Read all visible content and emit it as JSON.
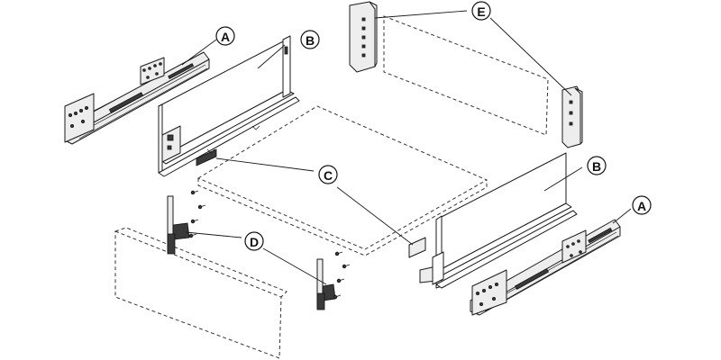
{
  "callouts": {
    "a_top": "A",
    "a_bottom": "A",
    "b_left": "B",
    "b_right": "B",
    "c": "C",
    "d": "D",
    "e": "E"
  },
  "parts": {
    "a": "runner",
    "b": "drawer-side-profile",
    "c": "drawer-bottom-panel",
    "d": "front-fixing-bracket",
    "e": "back-connector-bracket"
  }
}
